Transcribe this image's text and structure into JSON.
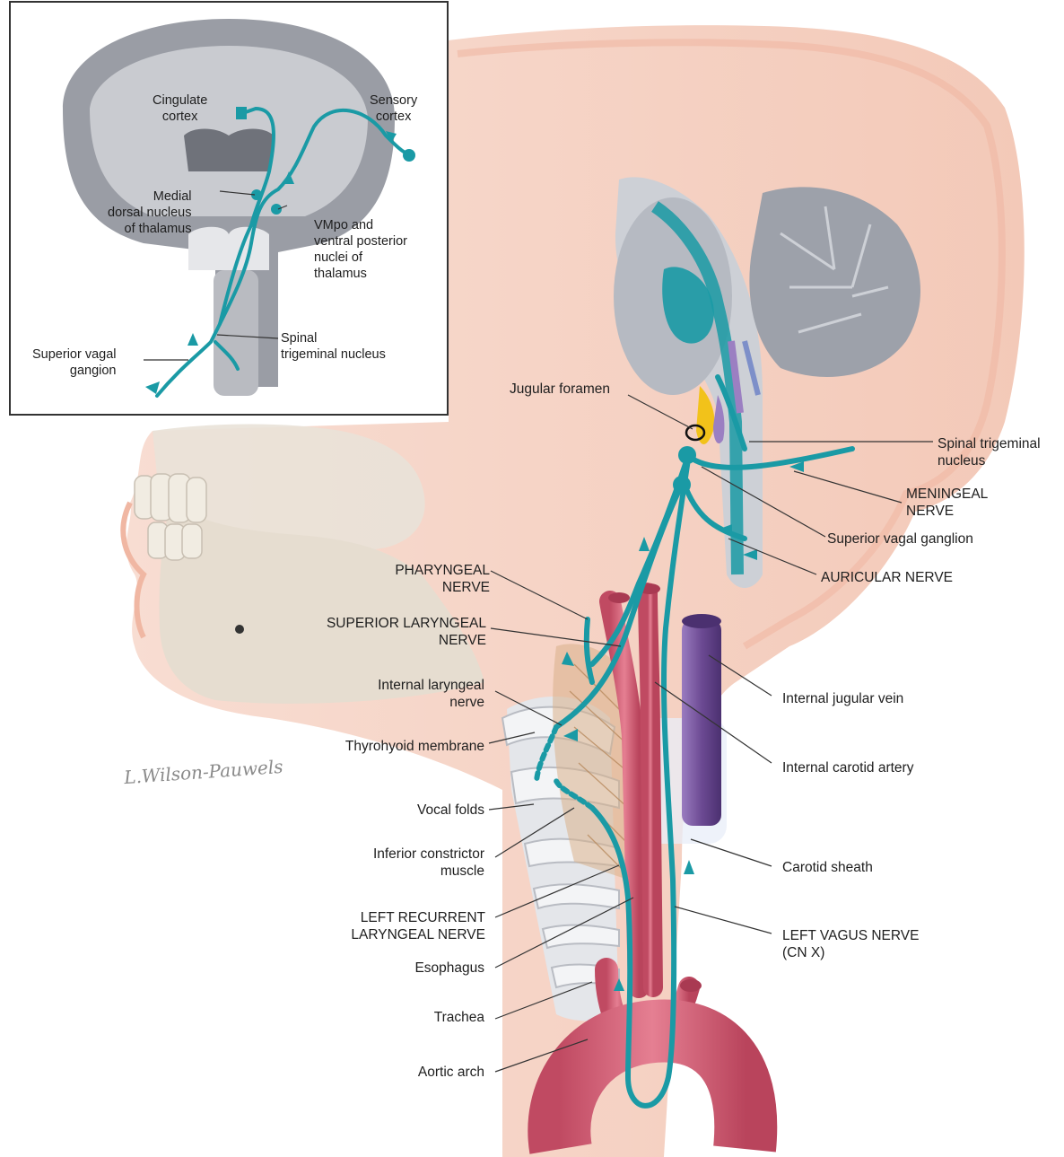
{
  "inset": {
    "labels": {
      "cingulate_cortex": [
        "Cingulate",
        "cortex"
      ],
      "sensory_cortex": [
        "Sensory",
        "cortex"
      ],
      "medial_dorsal_nucleus": [
        "Medial",
        "dorsal nucleus",
        "of thalamus"
      ],
      "vmpo_nuclei": [
        "VMpo and",
        "ventral posterior",
        "nuclei of",
        "thalamus"
      ],
      "spinal_trigeminal_nucleus": [
        "Spinal",
        "trigeminal nucleus"
      ],
      "superior_vagal_ganglion": [
        "Superior vagal",
        "gangion"
      ]
    }
  },
  "labels": {
    "jugular_foramen": "Jugular foramen",
    "spinal_trigeminal_nucleus": [
      "Spinal trigeminal",
      "nucleus"
    ],
    "meningeal_nerve": [
      "MENINGEAL",
      "NERVE"
    ],
    "superior_vagal_ganglion": "Superior vagal ganglion",
    "auricular_nerve": "AURICULAR NERVE",
    "pharyngeal_nerve": [
      "PHARYNGEAL",
      "NERVE"
    ],
    "superior_laryngeal_nerve": [
      "SUPERIOR LARYNGEAL",
      "NERVE"
    ],
    "internal_laryngeal_nerve": [
      "Internal laryngeal",
      "nerve"
    ],
    "thyrohyoid_membrane": "Thyrohyoid membrane",
    "vocal_folds": "Vocal folds",
    "inferior_constrictor_muscle": [
      "Inferior constrictor",
      "muscle"
    ],
    "left_recurrent_laryngeal_nerve": [
      "LEFT RECURRENT",
      "LARYNGEAL NERVE"
    ],
    "esophagus": "Esophagus",
    "trachea": "Trachea",
    "aortic_arch": "Aortic arch",
    "internal_jugular_vein": "Internal jugular vein",
    "internal_carotid_artery": "Internal carotid artery",
    "carotid_sheath": "Carotid sheath",
    "left_vagus_nerve": [
      "LEFT VAGUS NERVE",
      "(CN X)"
    ]
  },
  "signature": "L.Wilson-Pauwels",
  "colors": {
    "nerve": "#1a9aa5",
    "skin": "#f7d9cc",
    "bone": "#d9d1c7",
    "brain": "#8c8f97",
    "artery": "#d65c74",
    "vein": "#6f4a93"
  }
}
